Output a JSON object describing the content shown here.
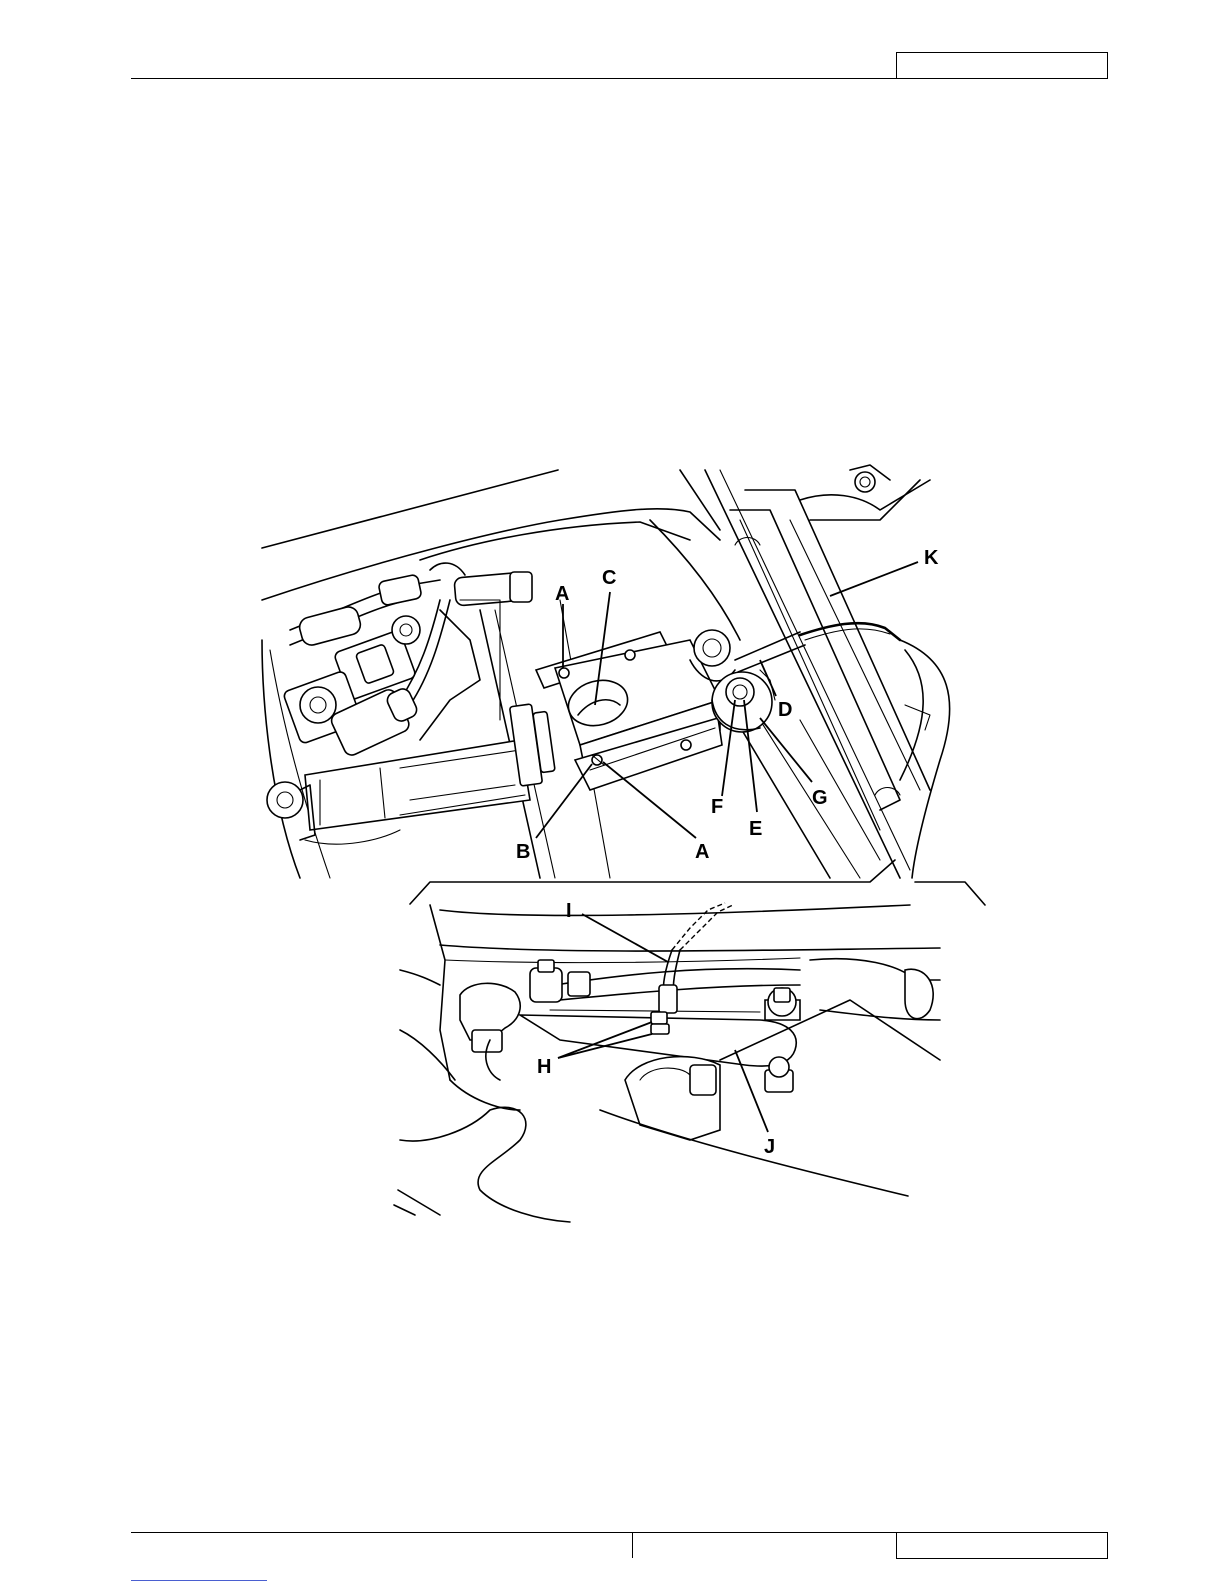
{
  "header": {
    "title_box": ""
  },
  "footer": {
    "left_box": "",
    "right_box": ""
  },
  "figure": {
    "callouts": [
      {
        "id": "callout-a-top",
        "text": "A"
      },
      {
        "id": "callout-c",
        "text": "C"
      },
      {
        "id": "callout-k",
        "text": "K"
      },
      {
        "id": "callout-d",
        "text": "D"
      },
      {
        "id": "callout-g",
        "text": "G"
      },
      {
        "id": "callout-f",
        "text": "F"
      },
      {
        "id": "callout-e",
        "text": "E"
      },
      {
        "id": "callout-b",
        "text": "B"
      },
      {
        "id": "callout-a-bottom",
        "text": "A"
      },
      {
        "id": "callout-i",
        "text": "I"
      },
      {
        "id": "callout-h",
        "text": "H"
      },
      {
        "id": "callout-j",
        "text": "J"
      }
    ]
  }
}
